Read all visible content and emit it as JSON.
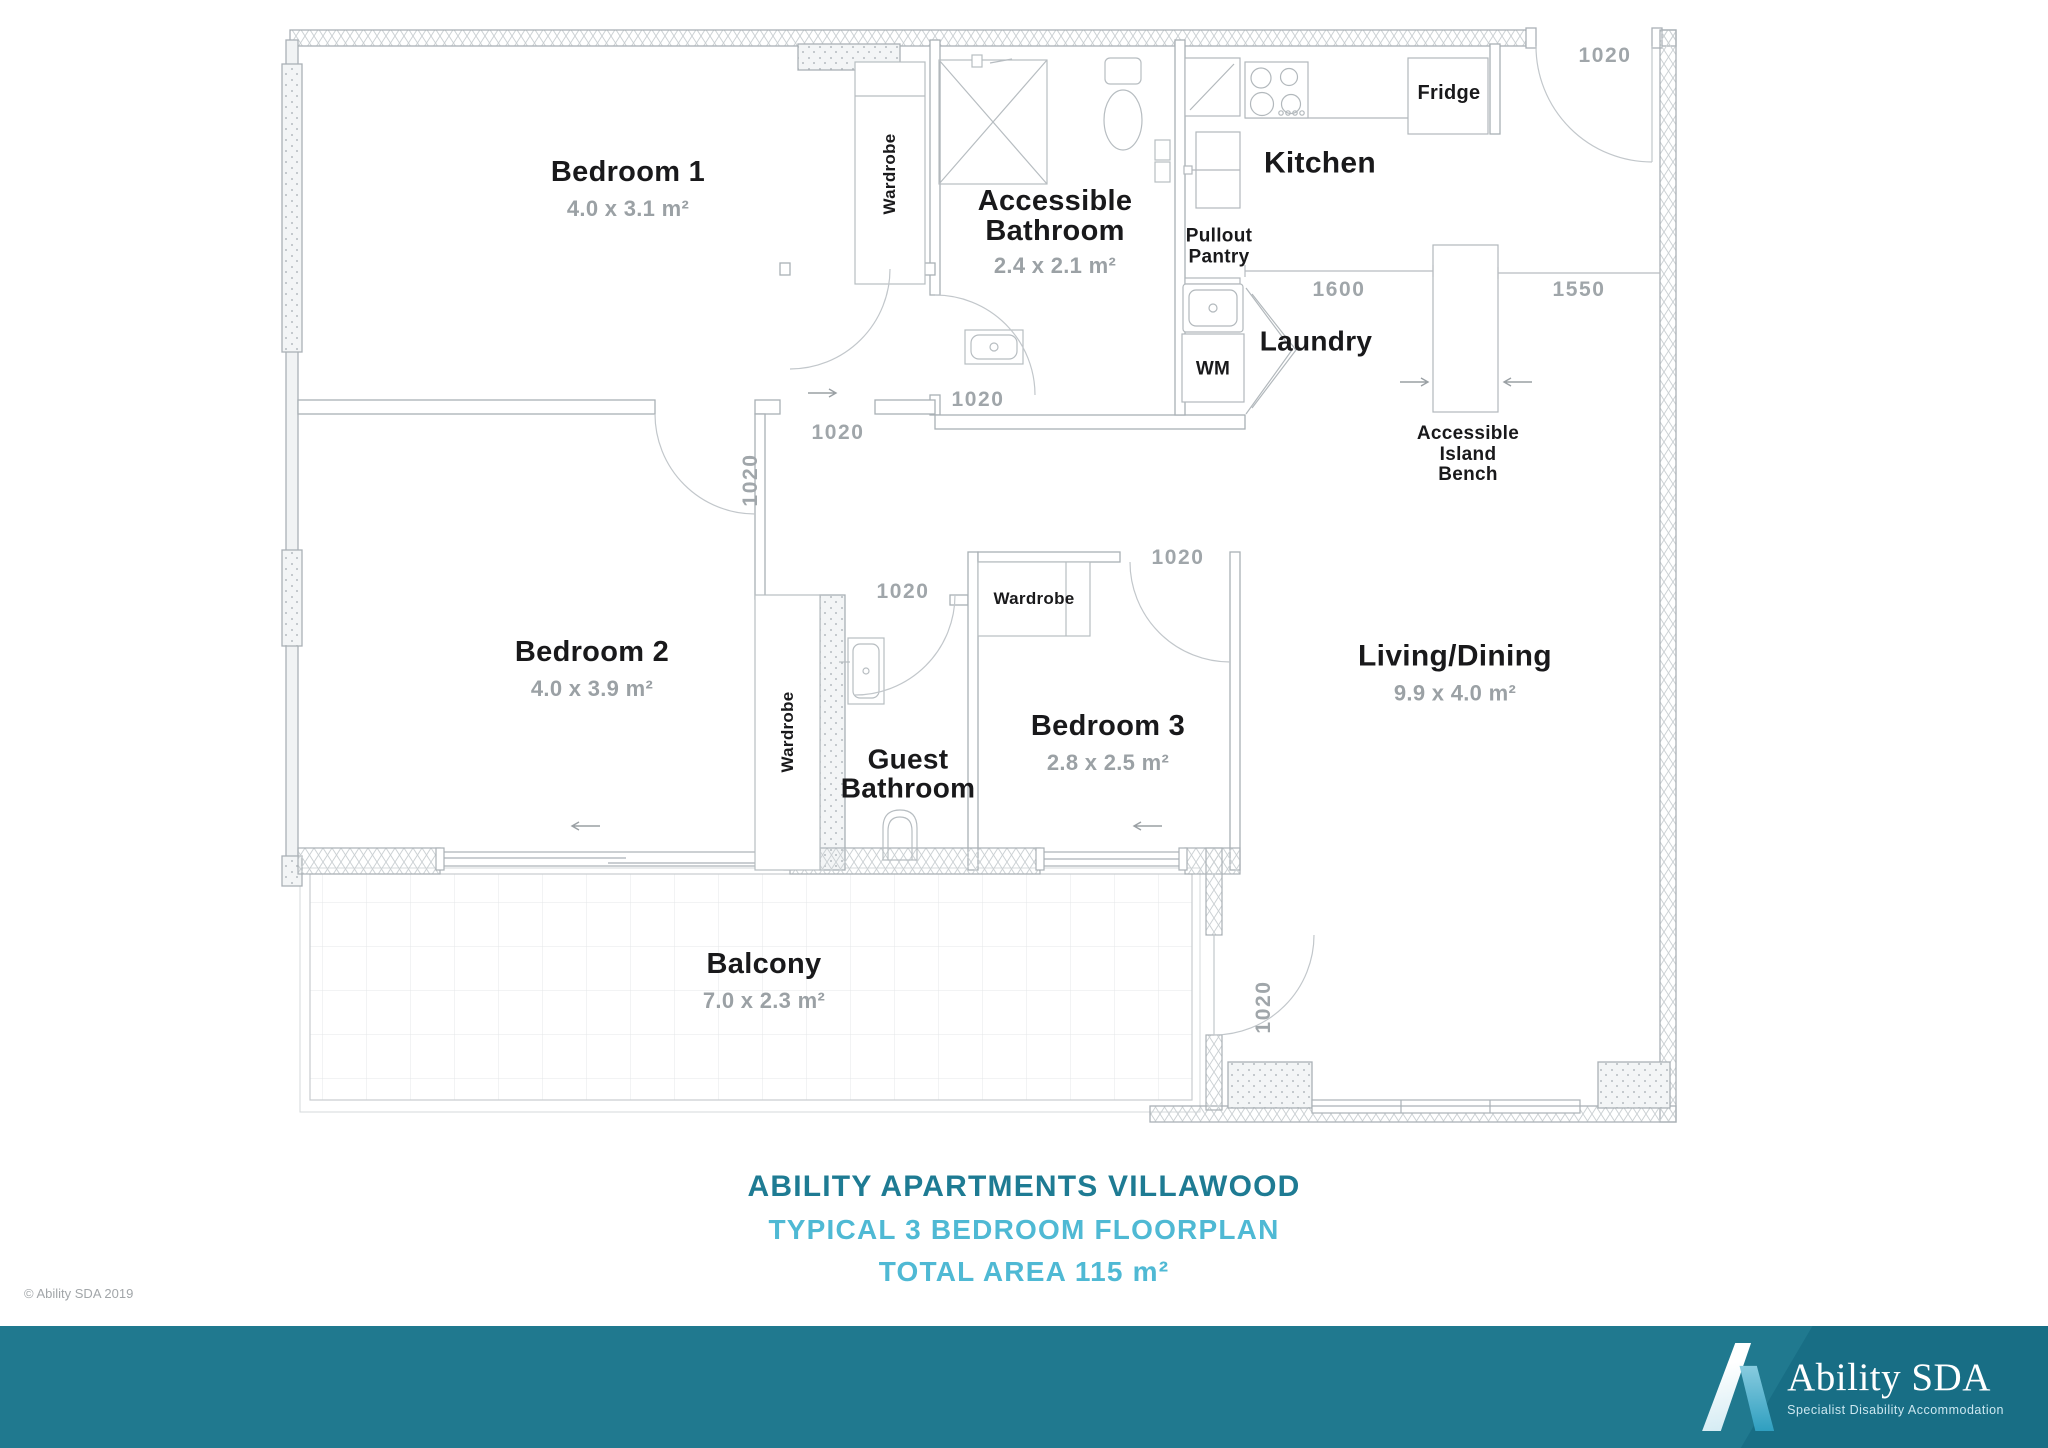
{
  "plan": {
    "rooms": {
      "bedroom1": {
        "name": "Bedroom 1",
        "size": "4.0 x 3.1 m²"
      },
      "bedroom2": {
        "name": "Bedroom 2",
        "size": "4.0 x 3.9 m²"
      },
      "bedroom3": {
        "name": "Bedroom 3",
        "size": "2.8 x 2.5 m²"
      },
      "accessible_bathroom": {
        "name": "Accessible Bathroom",
        "size": "2.4 x 2.1 m²"
      },
      "guest_bathroom": {
        "name": "Guest Bathroom"
      },
      "kitchen": {
        "name": "Kitchen"
      },
      "laundry": {
        "name": "Laundry"
      },
      "living_dining": {
        "name": "Living/Dining",
        "size": "9.9 x 4.0 m²"
      },
      "balcony": {
        "name": "Balcony",
        "size": "7.0 x 2.3 m²"
      }
    },
    "features": {
      "wardrobe": "Wardrobe",
      "fridge": "Fridge",
      "pullout_pantry": "Pullout Pantry",
      "washing_machine": "WM",
      "island_bench": "Accessible Island Bench"
    },
    "dimensions": {
      "door_width": "1020",
      "kitchen_clearance": "1600",
      "island_clearance": "1550"
    }
  },
  "title": {
    "line1": "ABILITY APARTMENTS VILLAWOOD",
    "line2": "TYPICAL 3 BEDROOM FLOORPLAN",
    "line3": "TOTAL AREA 115 m²"
  },
  "copyright": "© Ability SDA 2019",
  "footer": {
    "brand": "Ability SDA",
    "tagline": "Specialist Disability Accommodation"
  },
  "colors": {
    "title_primary": "#1e7b93",
    "title_secondary": "#4fb9d4",
    "footer_bar": "#20798f",
    "footer_bar_dark": "#186e85"
  }
}
